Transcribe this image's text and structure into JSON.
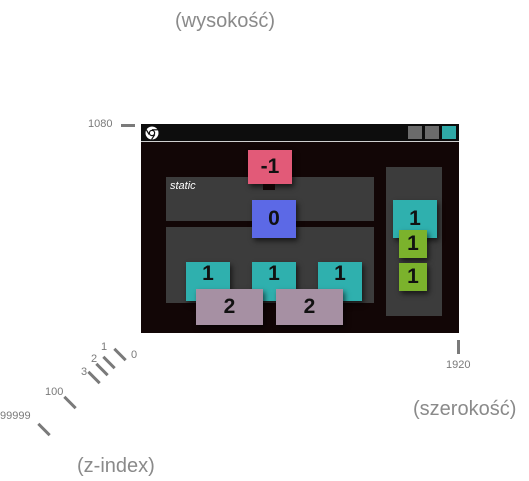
{
  "axes": {
    "height_label": "(wysokość)",
    "width_label": "(szerokość)",
    "zindex_label": "(z-index)",
    "height_tick": "1080",
    "width_tick": "1920"
  },
  "zindex_ticks": [
    "0",
    "1",
    "2",
    "3",
    "100",
    "99999"
  ],
  "browser": {
    "static_label": "static",
    "buttons": [
      "#6b6b6b",
      "#6b6b6b",
      "#2fa9a7"
    ]
  },
  "boxes": {
    "negative": "-1",
    "zero": "0",
    "one": "1",
    "two": "2"
  },
  "colors": {
    "negative": "#e25a78",
    "zero": "#5c69e6",
    "one": "#2fb0ae",
    "one_green": "#7bb22c",
    "two": "#a690a3",
    "gray": "#3c3c3c",
    "background": "#120606"
  }
}
